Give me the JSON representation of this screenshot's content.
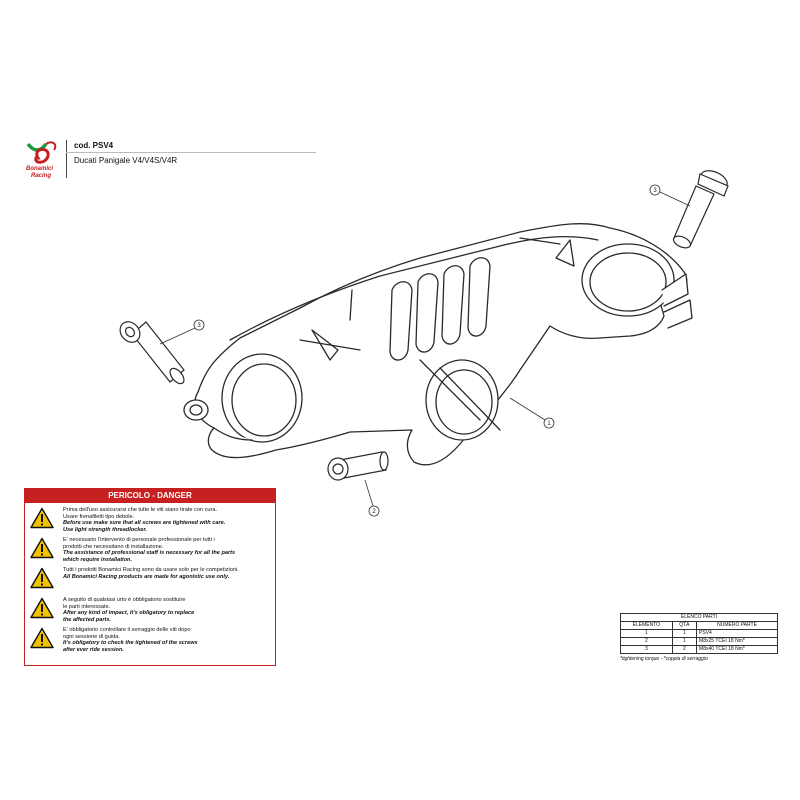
{
  "header": {
    "brand_line1": "Bonamici",
    "brand_line2": "Racing",
    "code": "cod. PSV4",
    "model": "Ducati Panigale V4/V4S/V4R"
  },
  "callouts": [
    "3",
    "3",
    "1",
    "2"
  ],
  "danger": {
    "title": "PERICOLO - DANGER",
    "rows": [
      {
        "it": [
          "Prima dell'uso assicurarsi che tutte le viti siano tirate con cura.",
          "Usare frenafiletti tipo debole."
        ],
        "en": [
          "Before use make sure that all screws are tightened with care.",
          "Use light strength threadlocker."
        ]
      },
      {
        "it": [
          "E' necessario l'intervento di personale professionale per tutti i",
          "prodotti che necessitano di installazione."
        ],
        "en": [
          "The assistance of professional staff is necessary for all the parts",
          "which require installation."
        ]
      },
      {
        "it": [
          "Tutti i prodotti Bonamici Racing sono da usare solo per le competizioni."
        ],
        "en": [
          "All Bonamici Racing products are made for agonistic use only."
        ]
      },
      {
        "it": [
          "A seguito di qualsiasi urto è obbligatorio sostituire",
          "le parti interessate."
        ],
        "en": [
          "After any kind of impact, it's obligatory to replace",
          "the affected parts."
        ]
      },
      {
        "it": [
          "E' obbligatorio controllare il serraggio delle viti dopo",
          "ogni sessione di guida."
        ],
        "en": [
          "It's obligatory to check the tightened of the screws",
          "after ever ride session."
        ]
      }
    ]
  },
  "parts": {
    "title": "ELENCO PARTI",
    "headers": [
      "ELEMENTO",
      "QTÀ",
      "NUMERO PARTE"
    ],
    "rows": [
      [
        "1",
        "1",
        "PSV4"
      ],
      [
        "2",
        "1",
        "M8x25 TCEI 18 Nm*"
      ],
      [
        "3",
        "2",
        "M8x40 TCEI 18 Nm*"
      ]
    ],
    "note": "*tightening torque - *coppia di serraggio"
  },
  "colors": {
    "danger_red": "#c62020",
    "line": "#333333"
  }
}
